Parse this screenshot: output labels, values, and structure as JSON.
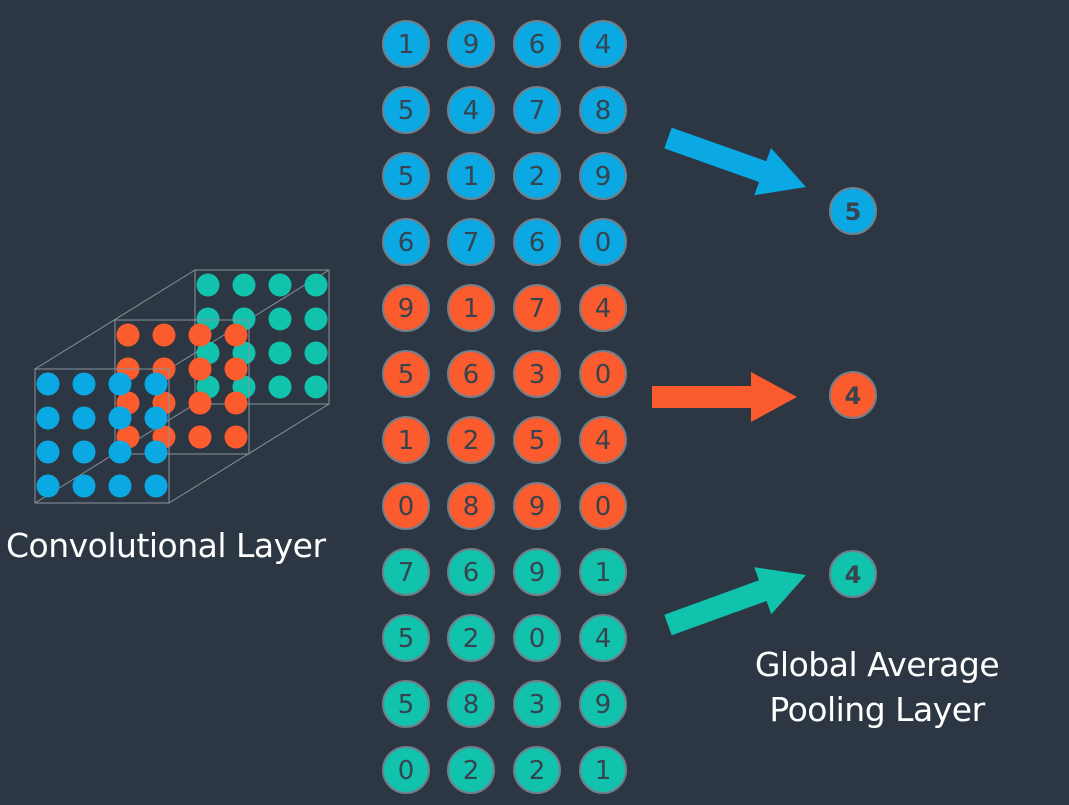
{
  "colors": {
    "background": "#2d3743",
    "blue": "#0aa9e3",
    "orange": "#fc5b2e",
    "teal": "#11c2ad",
    "circle_border": "#727e8a",
    "cube_line": "#8a949e",
    "digit": "#37434f"
  },
  "convolutional_layer": {
    "label": "Convolutional Layer",
    "feature_maps": [
      {
        "color": "teal",
        "grid": "4x4"
      },
      {
        "color": "orange",
        "grid": "4x4"
      },
      {
        "color": "blue",
        "grid": "4x4"
      }
    ]
  },
  "flattened_values": [
    {
      "color": "blue",
      "rows": [
        [
          1,
          9,
          6,
          4
        ],
        [
          5,
          4,
          7,
          8
        ],
        [
          5,
          1,
          2,
          9
        ],
        [
          6,
          7,
          6,
          0
        ]
      ]
    },
    {
      "color": "orange",
      "rows": [
        [
          9,
          1,
          7,
          4
        ],
        [
          5,
          6,
          3,
          0
        ],
        [
          1,
          2,
          5,
          4
        ],
        [
          0,
          8,
          9,
          0
        ]
      ]
    },
    {
      "color": "teal",
      "rows": [
        [
          7,
          6,
          9,
          1
        ],
        [
          5,
          2,
          0,
          4
        ],
        [
          5,
          8,
          3,
          9
        ],
        [
          0,
          2,
          2,
          1
        ]
      ]
    }
  ],
  "pooling": {
    "outputs": [
      {
        "color": "blue",
        "value": "5"
      },
      {
        "color": "orange",
        "value": "4"
      },
      {
        "color": "teal",
        "value": "4"
      }
    ],
    "label_line1": "Global Average",
    "label_line2": "Pooling Layer"
  }
}
